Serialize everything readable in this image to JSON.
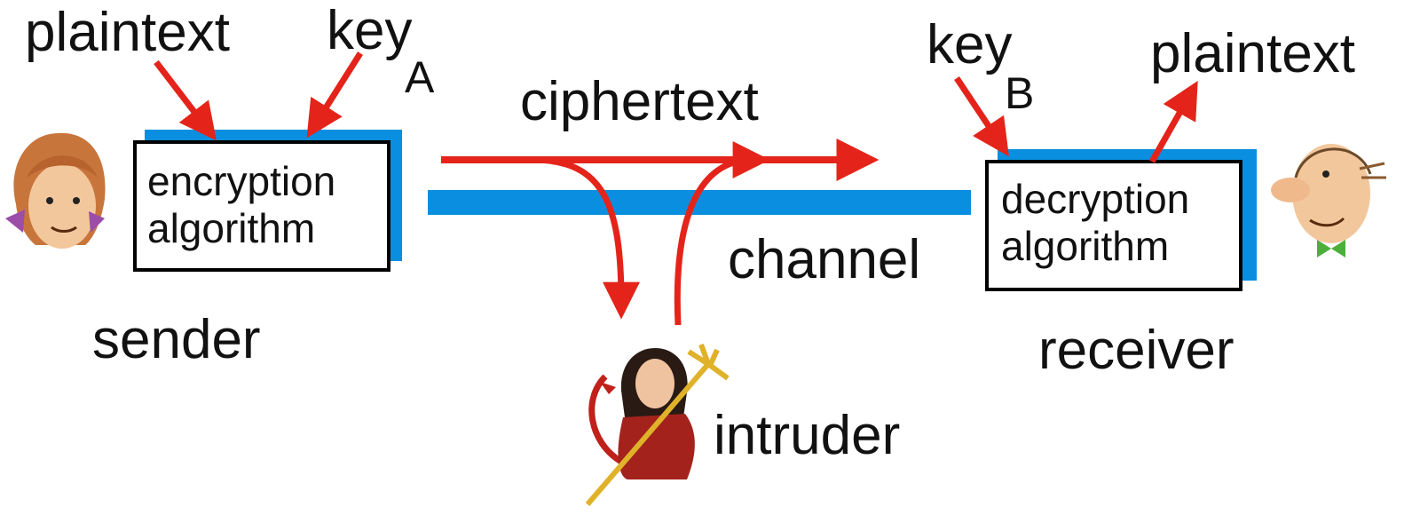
{
  "colors": {
    "arrow": "#e4241a",
    "channel": "#0a8fe0",
    "box_shadow": "#0a8fe0",
    "box_border": "#000000",
    "text": "#111111"
  },
  "sender": {
    "plaintext_label": "plaintext",
    "key_label": "key",
    "key_subscript": "A",
    "box_line1": "encryption",
    "box_line2": "algorithm",
    "role_label": "sender",
    "avatar_icon": "woman-face-icon"
  },
  "channel": {
    "ciphertext_label": "ciphertext",
    "channel_label": "channel"
  },
  "receiver": {
    "key_label": "key",
    "key_subscript": "B",
    "plaintext_label": "plaintext",
    "box_line1": "decryption",
    "box_line2": "algorithm",
    "role_label": "receiver",
    "avatar_icon": "man-face-icon"
  },
  "intruder": {
    "label": "intruder",
    "avatar_icon": "devil-with-trident-icon"
  }
}
